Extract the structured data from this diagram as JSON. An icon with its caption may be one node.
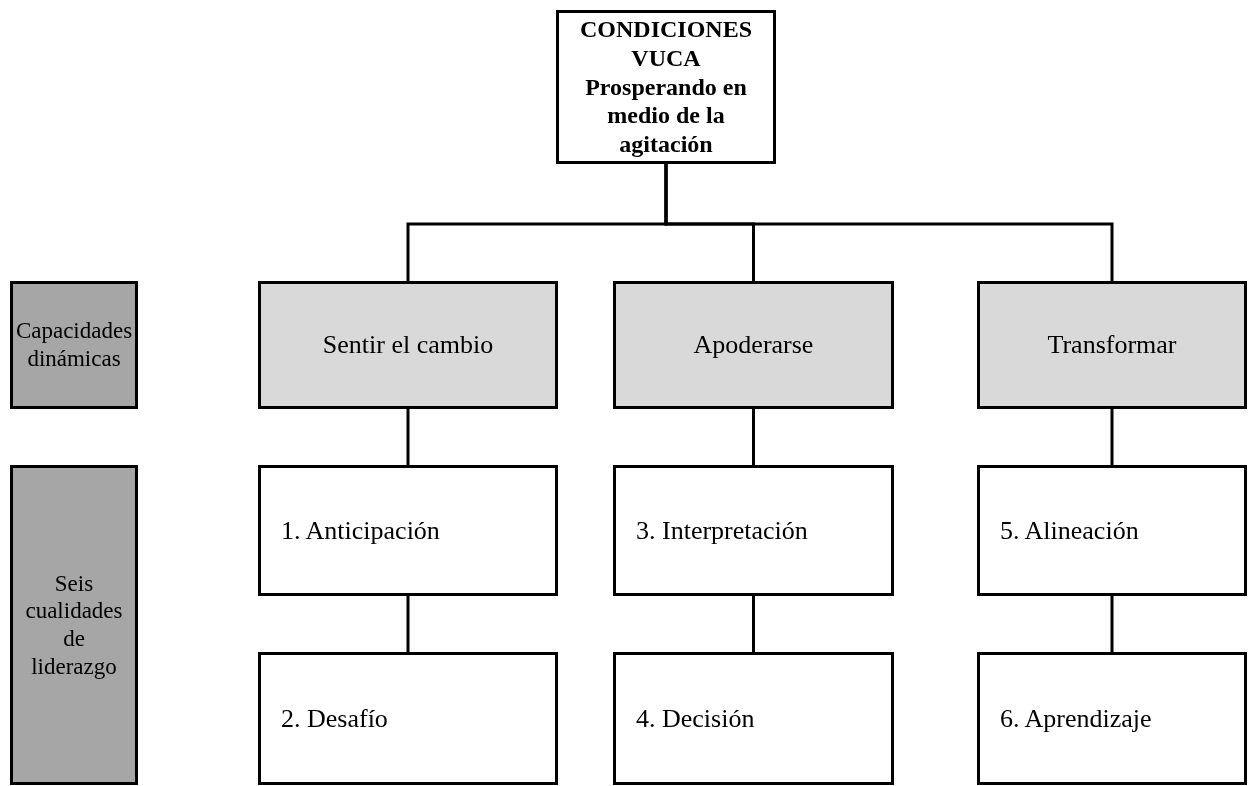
{
  "diagram": {
    "nodes": [
      {
        "text": [
          "CONDICIONES VUCA",
          "Prosperando en medio de la agitación"
        ]
      },
      {
        "text": [
          "Capacidades dinámicas"
        ]
      },
      {
        "text": [
          "Sentir el cambio"
        ]
      },
      {
        "text": [
          "Apoderarse"
        ]
      },
      {
        "text": [
          "Transformar"
        ]
      },
      {
        "text": [
          "Seis cualidades de liderazgo"
        ]
      },
      {
        "text": [
          "1. Anticipación"
        ]
      },
      {
        "text": [
          "3. Interpretación"
        ]
      },
      {
        "text": [
          "5. Alineación"
        ]
      },
      {
        "text": [
          "2. Desafío"
        ]
      },
      {
        "text": [
          "4. Decisión"
        ]
      },
      {
        "text": [
          "6. Aprendizaje"
        ]
      }
    ],
    "edges": [
      {
        "from": 0,
        "to": 2,
        "arrow": "none"
      },
      {
        "from": 0,
        "to": 3,
        "arrow": "none"
      },
      {
        "from": 0,
        "to": 4,
        "arrow": "none"
      },
      {
        "from": 2,
        "to": 6,
        "arrow": "none"
      },
      {
        "from": 3,
        "to": 7,
        "arrow": "none"
      },
      {
        "from": 4,
        "to": 8,
        "arrow": "none"
      },
      {
        "from": 6,
        "to": 9,
        "arrow": "none"
      },
      {
        "from": 7,
        "to": 10,
        "arrow": "none"
      },
      {
        "from": 8,
        "to": 11,
        "arrow": "none"
      }
    ]
  }
}
